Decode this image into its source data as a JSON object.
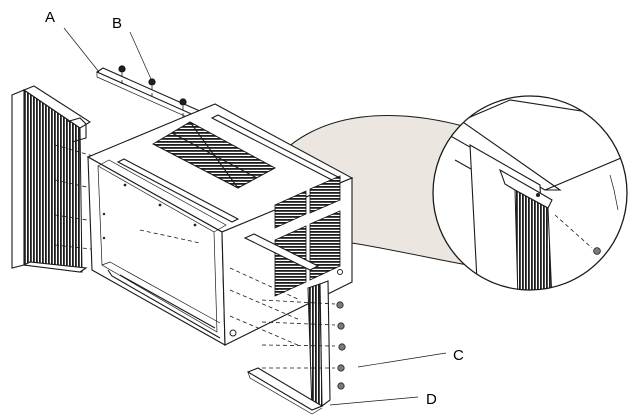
{
  "labels": {
    "a": "A",
    "b": "B",
    "c": "C",
    "d": "D"
  },
  "colors": {
    "line": "#1a1a1a",
    "grille": "#1e1e1e",
    "magnifier_fill": "#ebe7e0",
    "background": "#ffffff"
  }
}
